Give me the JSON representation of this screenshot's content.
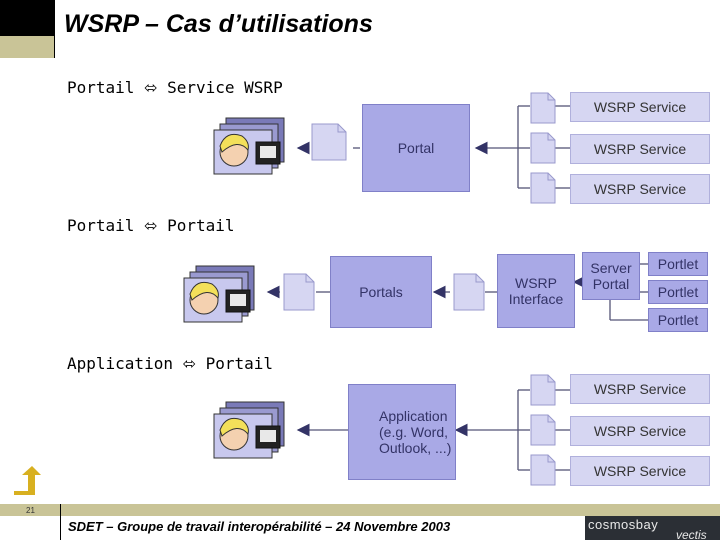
{
  "title": "WSRP – Cas d’utilisations",
  "sections": {
    "s1": "Portail ⬄ Service WSRP",
    "s2": "Portail ⬄ Portail",
    "s3": "Application ⬄ Portail"
  },
  "diagram1": {
    "portal": "Portal",
    "services": [
      "WSRP Service",
      "WSRP Service",
      "WSRP Service"
    ]
  },
  "diagram2": {
    "portals": "Portals",
    "wsrp_interface": "WSRP\nInterface",
    "server_portal": "Server\nPortal",
    "portlets": [
      "Portlet",
      "Portlet",
      "Portlet"
    ]
  },
  "diagram3": {
    "application": "Application\n(e.g. Word,\nOutlook, ...)",
    "services": [
      "WSRP Service",
      "WSRP Service",
      "WSRP Service"
    ]
  },
  "footer": {
    "page_number": "21",
    "text": "SDET – Groupe de travail interopérabilité – 24 Novembre 2003",
    "brand_a": "cosmosbay",
    "brand_b": "vectis"
  },
  "colors": {
    "box": "#a9a9e6",
    "service": "#d6d6f2",
    "accent": "#c9c497",
    "arrow": "#333366"
  }
}
